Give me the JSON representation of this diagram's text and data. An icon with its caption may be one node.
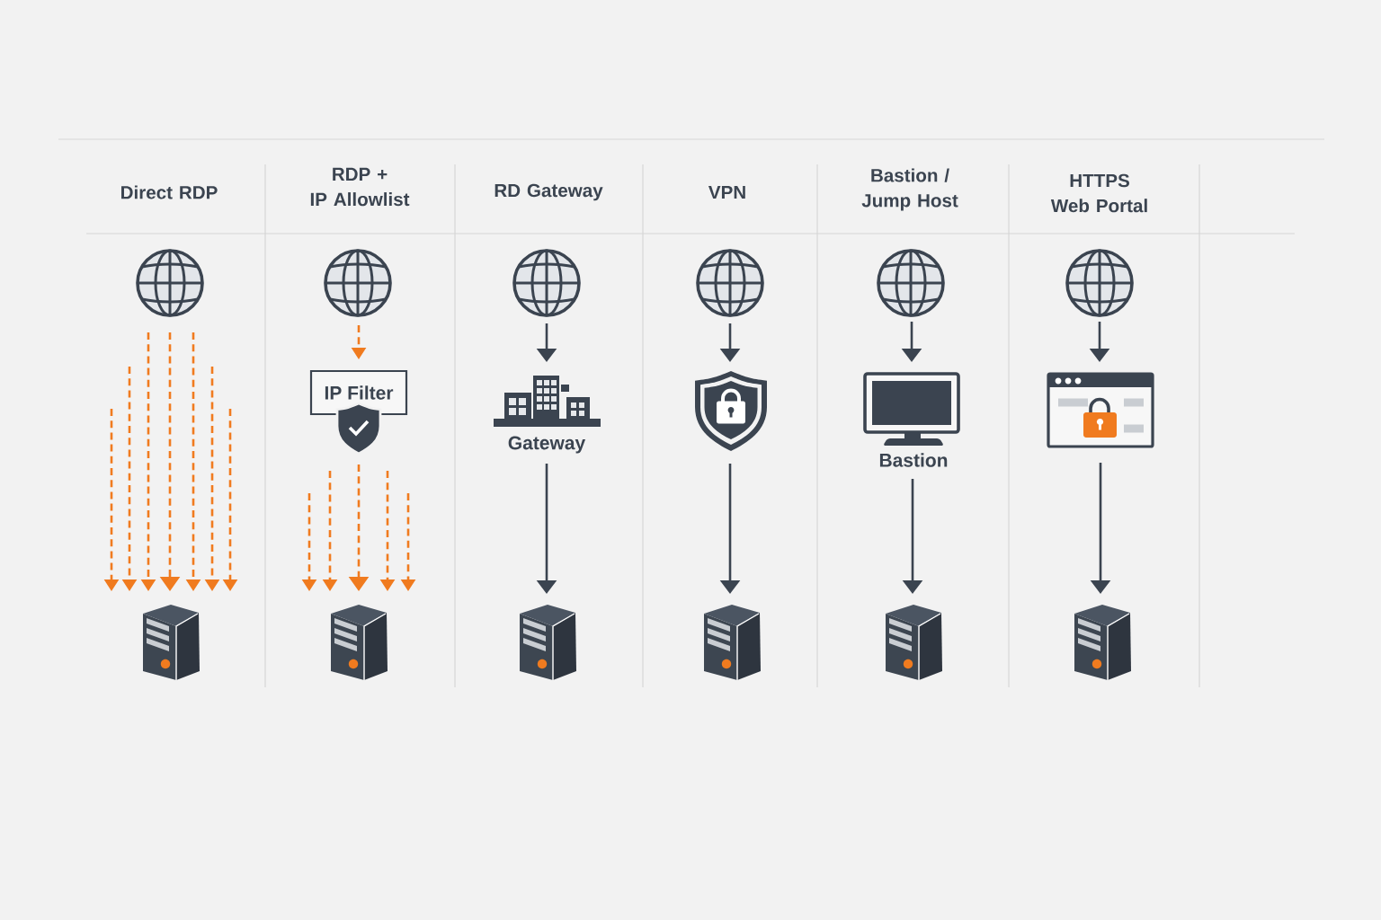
{
  "diagram": {
    "nodes": [
      {
        "text": [],
        "shape": "picture"
      },
      {
        "text": [],
        "shape": "picture"
      },
      {
        "text": [],
        "shape": "picture"
      },
      {
        "text": [
          "IP Filter"
        ]
      },
      {
        "text": [],
        "shape": "picture"
      },
      {
        "text": [],
        "shape": "picture"
      },
      {
        "text": [
          "Gateway"
        ]
      },
      {
        "text": [],
        "shape": "picture"
      },
      {
        "text": [],
        "shape": "picture"
      },
      {
        "text": [],
        "shape": "picture"
      },
      {
        "text": [],
        "shape": "picture"
      },
      {
        "text": [],
        "shape": "picture"
      },
      {
        "text": [
          "Bastion"
        ]
      },
      {
        "text": [],
        "shape": "picture"
      },
      {
        "text": [],
        "shape": "picture"
      },
      {
        "text": [],
        "shape": "picture"
      },
      {
        "text": [],
        "shape": "picture"
      }
    ],
    "edges": [
      {
        "from": null,
        "to": 1,
        "arrow": "to",
        "style": "dashed"
      },
      {
        "from": null,
        "to": 1,
        "arrow": "to",
        "style": "dashed"
      },
      {
        "from": null,
        "to": 1,
        "arrow": "to",
        "style": "dashed"
      },
      {
        "from": null,
        "to": 1,
        "arrow": "to",
        "style": "dashed"
      },
      {
        "from": null,
        "to": 1,
        "arrow": "to",
        "style": "dashed"
      },
      {
        "from": null,
        "to": 1,
        "arrow": "to",
        "style": "dashed"
      },
      {
        "from": null,
        "to": 1,
        "arrow": "to",
        "style": "dashed"
      },
      {
        "from": 2,
        "to": 3,
        "arrow": "to",
        "style": "dashed"
      },
      {
        "from": 3,
        "to": 4,
        "arrow": "to",
        "style": "dashed"
      },
      {
        "from": 3,
        "to": 4,
        "arrow": "to",
        "style": "dashed"
      },
      {
        "from": 3,
        "to": 4,
        "arrow": "to",
        "style": "dashed"
      },
      {
        "from": 3,
        "to": 4,
        "arrow": "to",
        "style": "dashed"
      },
      {
        "from": 3,
        "to": 4,
        "arrow": "to",
        "style": "dashed"
      },
      {
        "from": 5,
        "to": 6,
        "arrow": "to",
        "color": "#3b4450"
      },
      {
        "from": 6,
        "to": 7,
        "arrow": "to",
        "color": "#3b4450"
      },
      {
        "from": 8,
        "to": 9,
        "arrow": "to",
        "color": "#3b4450"
      },
      {
        "from": 9,
        "to": 10,
        "arrow": "to",
        "color": "#3b4450"
      },
      {
        "from": 11,
        "to": 12,
        "arrow": "to",
        "color": "#3b4450"
      },
      {
        "from": 12,
        "to": 13,
        "arrow": "to",
        "color": "#3b4450"
      },
      {
        "from": 14,
        "to": 15,
        "arrow": "to",
        "color": "#3b4450"
      },
      {
        "from": 15,
        "to": 16,
        "arrow": "to",
        "color": "#3b4450"
      }
    ],
    "labels": [
      "Direct RDP",
      "RDP + IP Allowlist",
      "RD Gateway",
      "VPN",
      "Bastion / Jump Host",
      "HTTPS Web Portal"
    ]
  }
}
